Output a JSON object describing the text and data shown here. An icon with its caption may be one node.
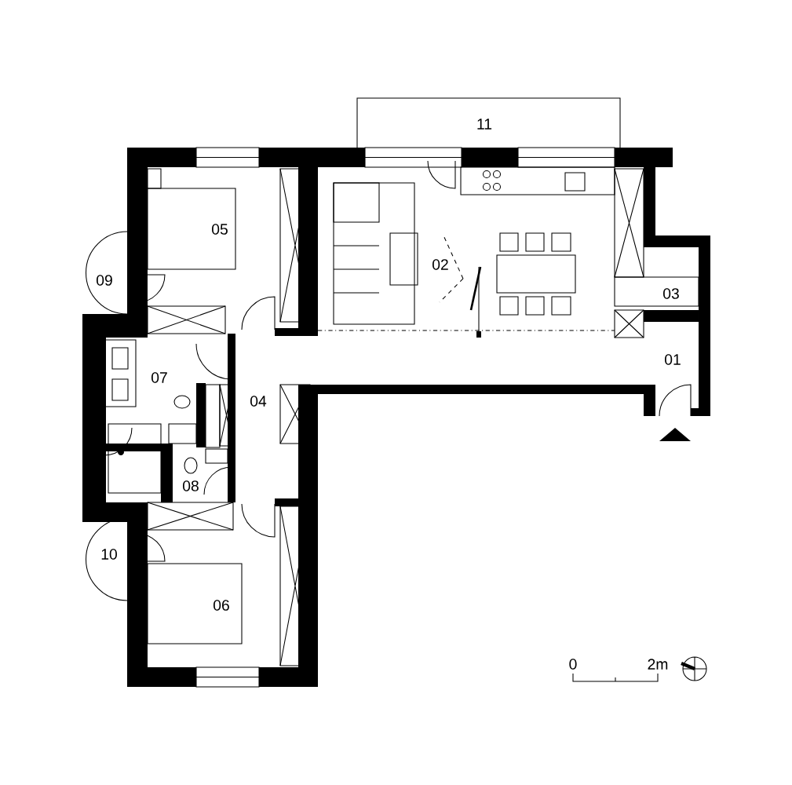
{
  "diagram": {
    "labels": [
      "11",
      "05",
      "02",
      "09",
      "03",
      "07",
      "01",
      "04",
      "08",
      "10",
      "06",
      "0",
      "2m"
    ]
  }
}
